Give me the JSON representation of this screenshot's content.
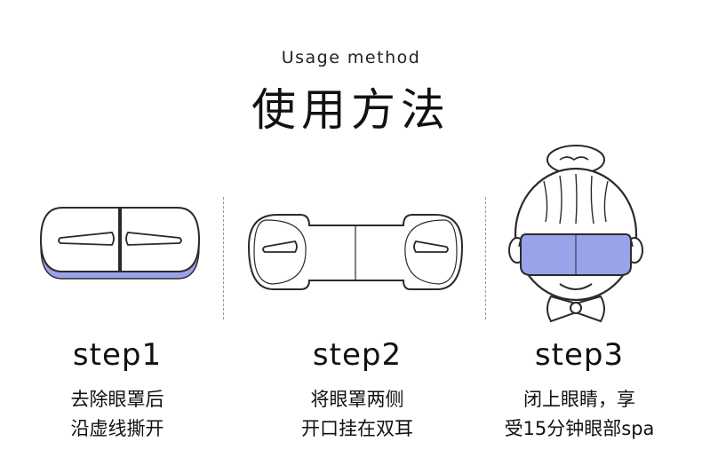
{
  "header": {
    "subtitle": "Usage method",
    "title": "使用方法"
  },
  "steps": [
    {
      "label": "step1",
      "desc_line1": "去除眼罩后",
      "desc_line2": "沿虚线撕开"
    },
    {
      "label": "step2",
      "desc_line1": "将眼罩两侧",
      "desc_line2": "开口挂在双耳"
    },
    {
      "label": "step3",
      "desc_line1": "闭上眼睛，享",
      "desc_line2": "受15分钟眼部spa"
    }
  ],
  "colors": {
    "mask_fill": "#9aa2ea",
    "outline": "#2a2a2a",
    "background": "#ffffff"
  },
  "icons": [
    "folded-eye-mask-icon",
    "unfolded-eye-mask-icon",
    "person-wearing-eye-mask-icon"
  ]
}
